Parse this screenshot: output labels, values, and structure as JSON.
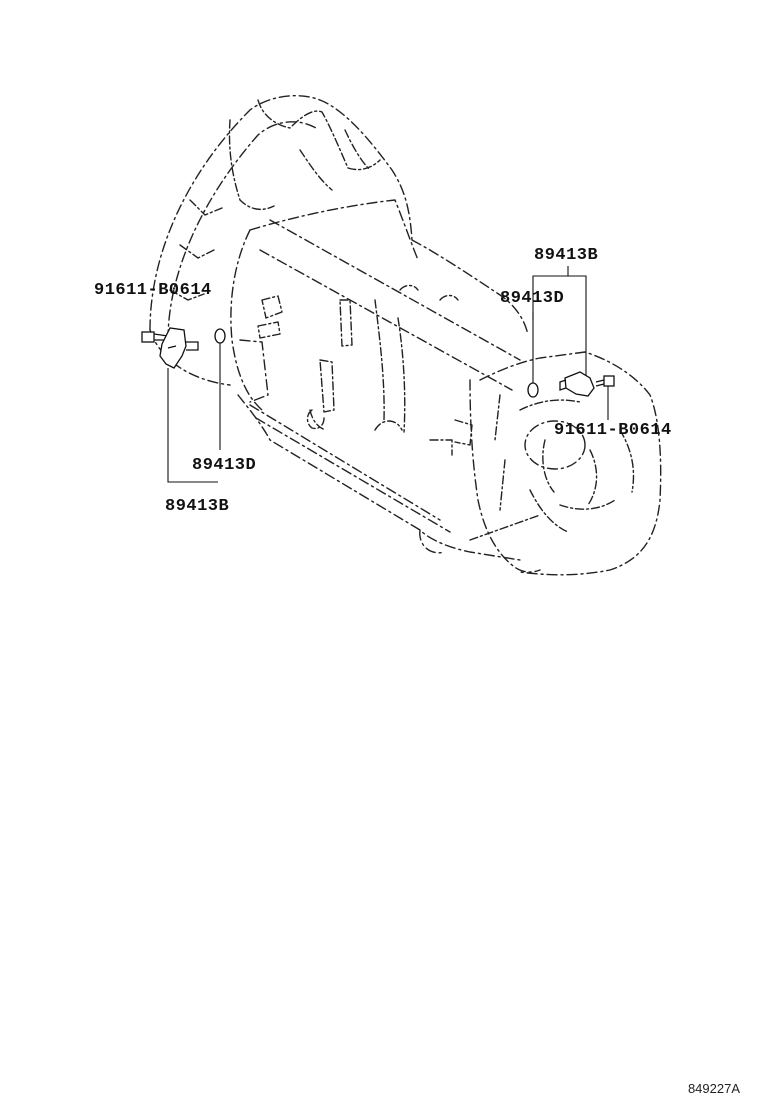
{
  "diagram": {
    "figure_id": "849227A",
    "callouts": {
      "left_bolt": "91611-B0614",
      "left_oring": "89413D",
      "left_sensor": "89413B",
      "right_sensor": "89413B",
      "right_oring": "89413D",
      "right_bolt": "91611-B0614"
    }
  }
}
